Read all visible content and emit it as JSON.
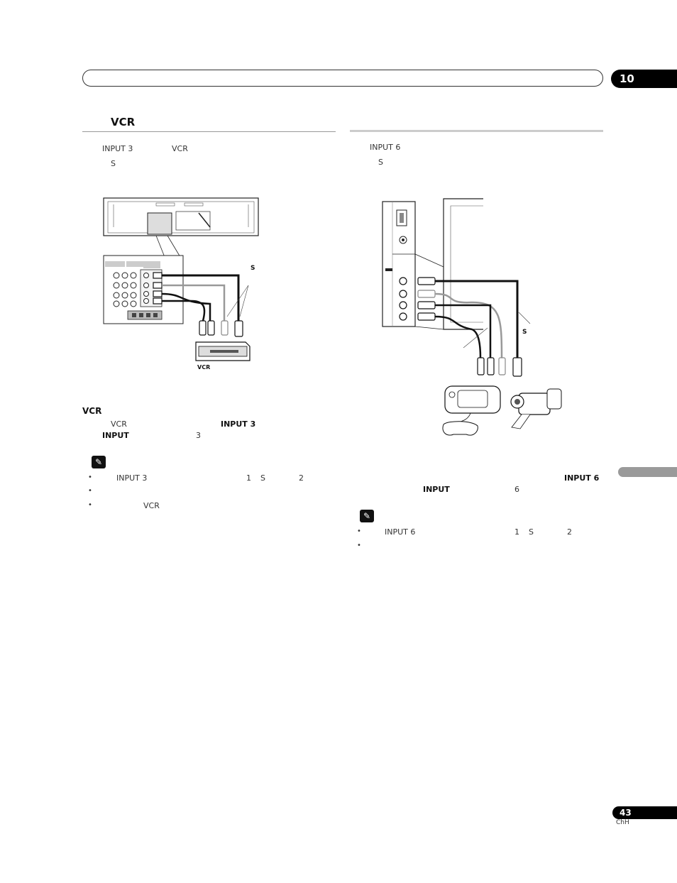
{
  "header": {
    "chapter_number": "10",
    "page_number": "43",
    "language_code": "ChH"
  },
  "left": {
    "heading": "VCR",
    "intro": [
      {
        "a": "INPUT 3",
        "b": "VCR"
      },
      {
        "a": "S"
      }
    ],
    "diagram": {
      "s_label": "S",
      "device_label": "VCR"
    },
    "sub_heading": "VCR",
    "steps": [
      {
        "a": "VCR",
        "b": "INPUT 3"
      },
      {
        "a": "INPUT",
        "b": "3"
      }
    ],
    "notes": [
      {
        "a": "INPUT 3",
        "b": "1",
        "c": "S",
        "d": "2"
      },
      {
        "a": ""
      },
      {
        "a": "VCR"
      }
    ]
  },
  "right": {
    "intro": [
      {
        "a": "INPUT 6"
      },
      {
        "a": "S"
      }
    ],
    "diagram": {
      "s_label": "S"
    },
    "steps": [
      {
        "a": "INPUT 6"
      },
      {
        "a": "INPUT",
        "b": "6"
      }
    ],
    "notes": [
      {
        "a": "INPUT 6",
        "b": "1",
        "c": "S",
        "d": "2"
      },
      {
        "a": ""
      }
    ]
  },
  "icons": {
    "bullet": "•",
    "note": "✎"
  }
}
